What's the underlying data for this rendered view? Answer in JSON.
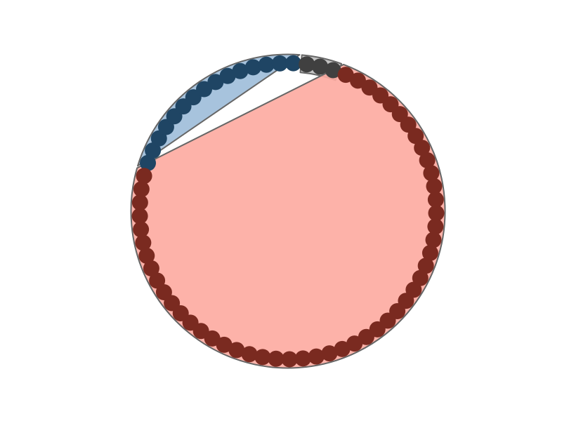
{
  "diagram": {
    "type": "circular-cluster",
    "total_nodes": 69,
    "clusters": [
      {
        "id": "blue",
        "node_count": 15,
        "fill": "#9dbcd9",
        "node_color": "#1f4564"
      },
      {
        "id": "gray",
        "node_count": 3,
        "fill": "#bdbdbd",
        "node_color": "#404040"
      },
      {
        "id": "red",
        "node_count": 51,
        "fill": "#fdaaa0",
        "node_color": "#7a2a20"
      }
    ],
    "outline_color": "#666666"
  }
}
